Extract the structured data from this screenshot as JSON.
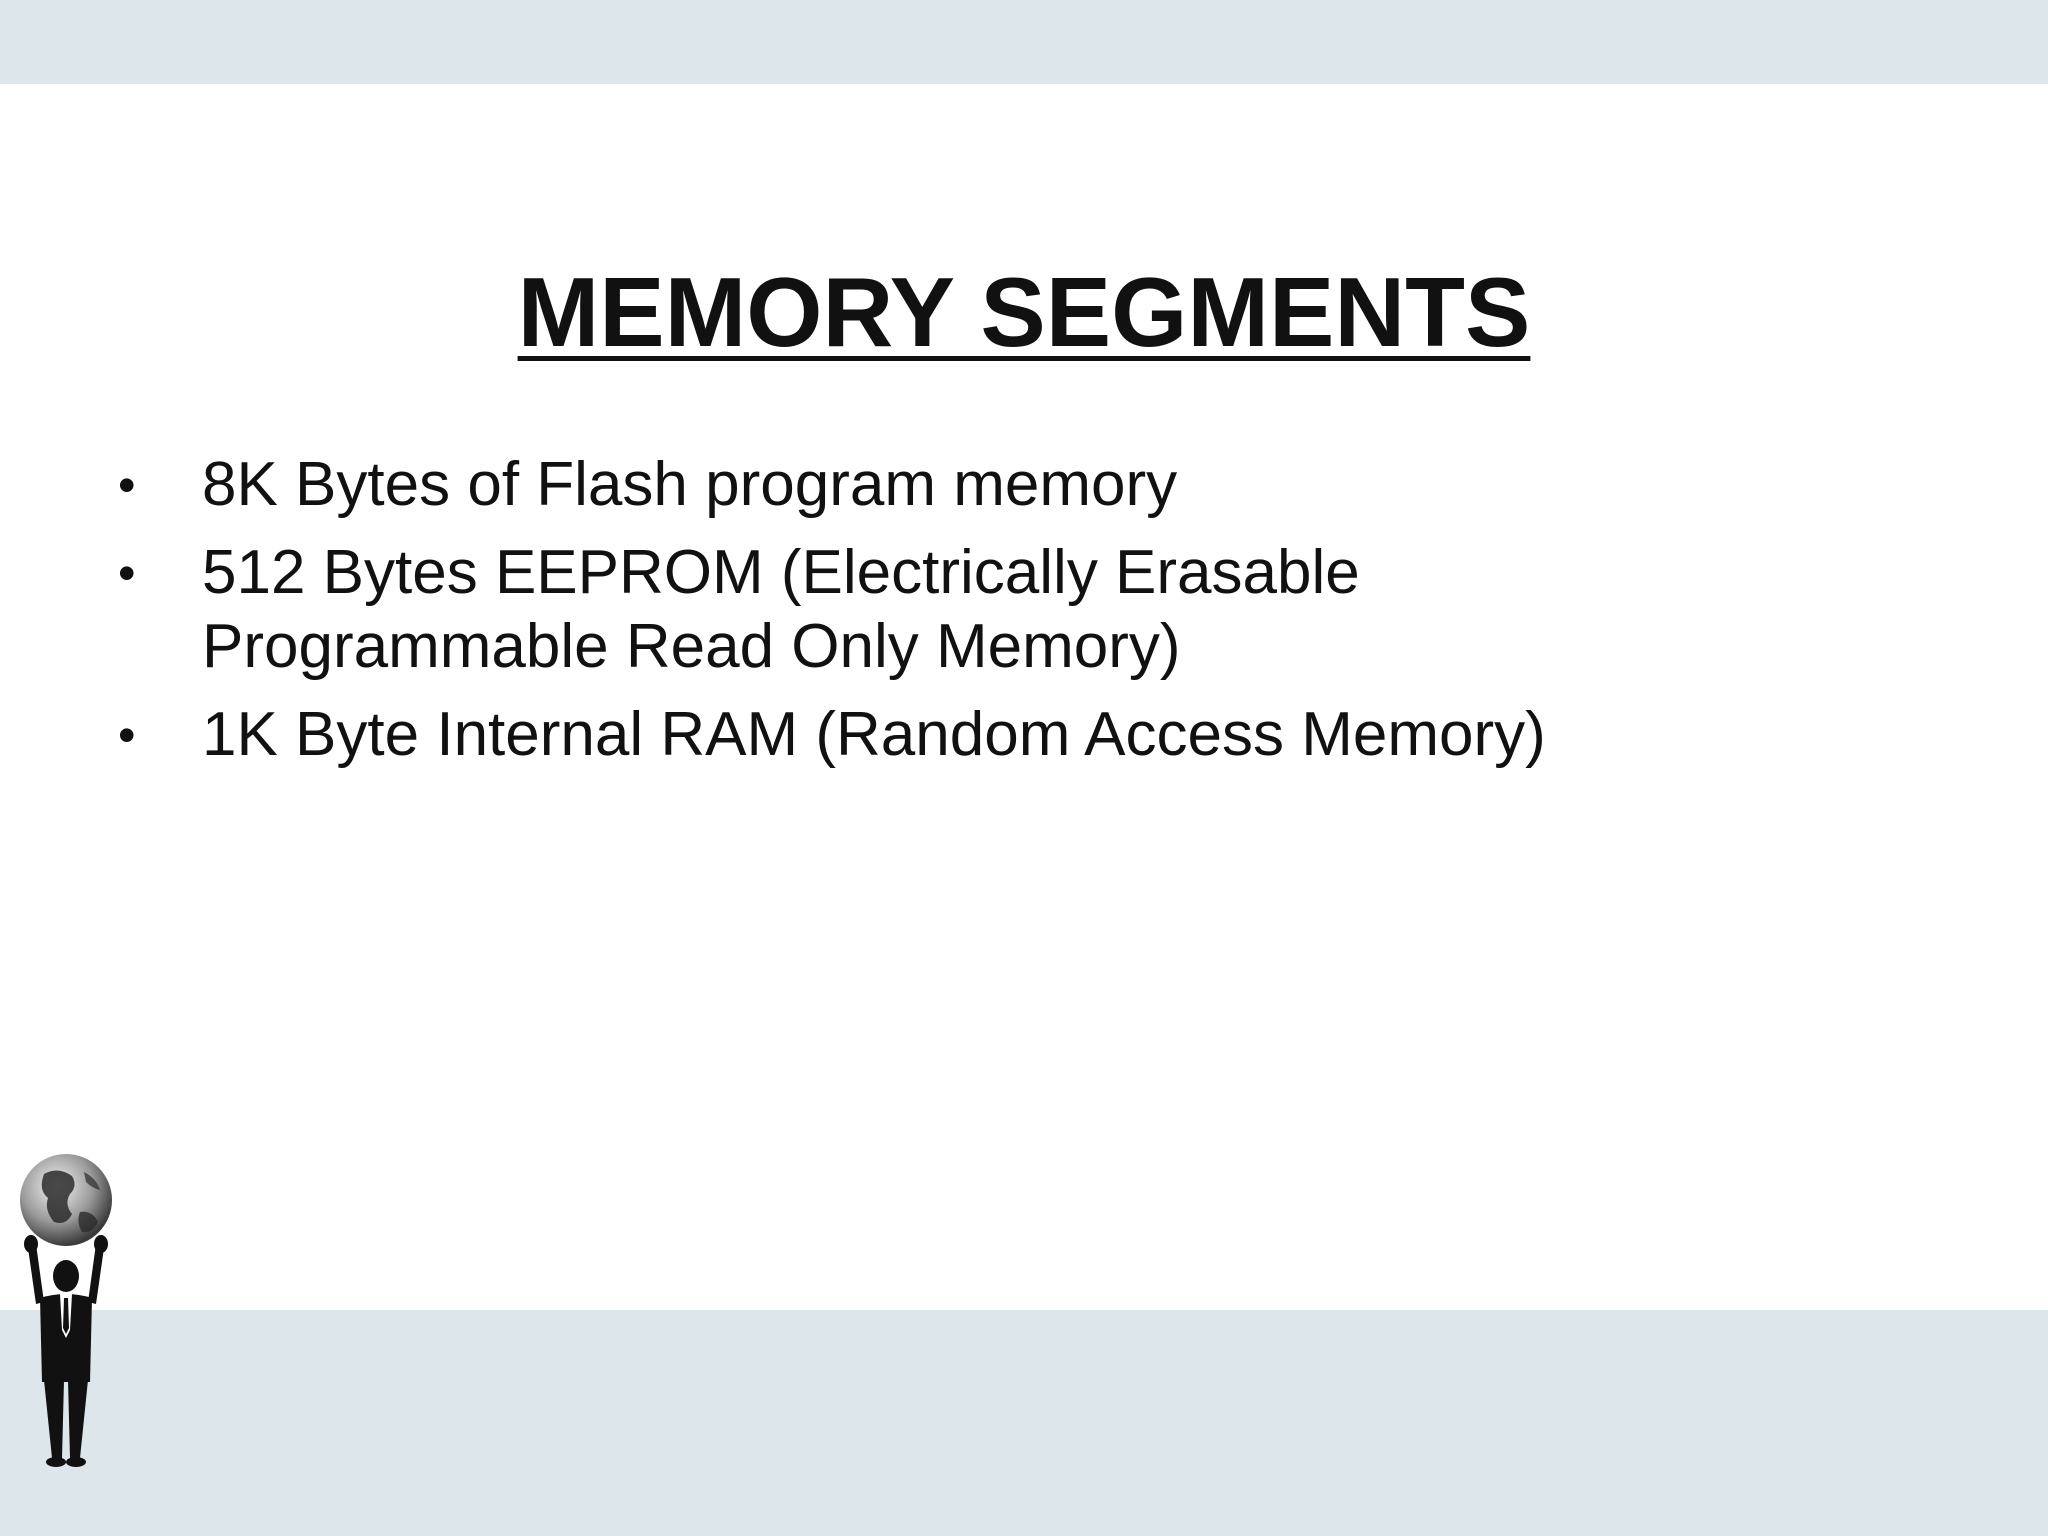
{
  "slide": {
    "title": "MEMORY SEGMENTS",
    "bullet_marker": "•",
    "bullets": [
      "8K Bytes of Flash program memory",
      "512 Bytes EEPROM (Electrically Erasable Programmable Read Only Memory)",
      "1K Byte Internal RAM (Random Access Memory)"
    ]
  },
  "decoration": {
    "icon": "man-holding-globe-icon",
    "band_color": "#dde6eb"
  }
}
